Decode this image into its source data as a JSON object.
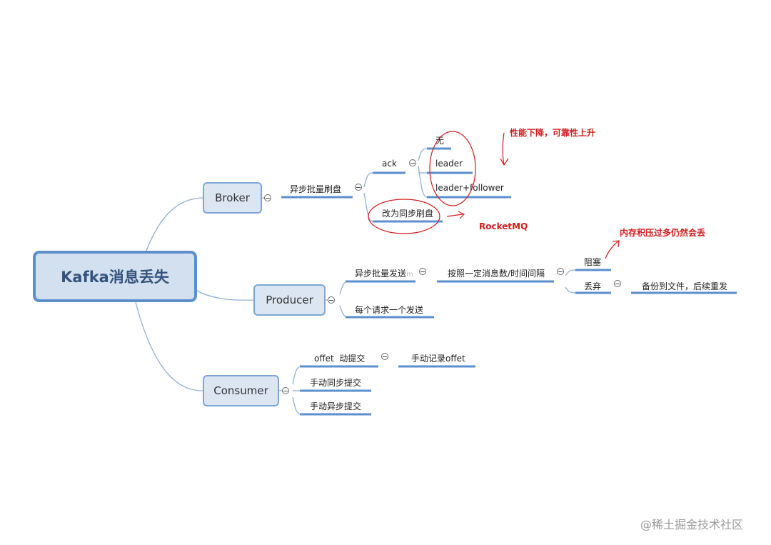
{
  "root": "Kafka消息丢失",
  "broker": {
    "label": "Broker",
    "async_flush": "异步批量刷盘",
    "ack": "ack",
    "ack_none": "无",
    "ack_leader": "leader",
    "ack_all": "leader+follower",
    "sync_flush": "改为同步刷盘",
    "note_perf": "性能下降，可靠性上升",
    "note_rocketmq": "RocketMQ"
  },
  "producer": {
    "label": "Producer",
    "async_send": "异步批量发送",
    "async_send_suffix": "m",
    "by_interval": "按照一定消息数/时间间隔",
    "block": "阻塞",
    "discard": "丢弃",
    "backup": "备份到文件，后续重发",
    "per_request": "每个请求一个发送",
    "note_backlog": "内存积压过多仍然会丢"
  },
  "consumer": {
    "label": "Consumer",
    "offset_auto": "offet  动提交",
    "offset_manual_record": "手动记录offet",
    "manual_sync": "手动同步提交",
    "manual_async": "手动异步提交"
  },
  "watermark": "@稀土掘金技术社区",
  "colors": {
    "root_border": "#5f8fcb",
    "root_fill": "#d3e0f0",
    "node_border": "#7ea5d6",
    "underline": "#5b8fcf",
    "annotation_red": "#d21d1d"
  }
}
